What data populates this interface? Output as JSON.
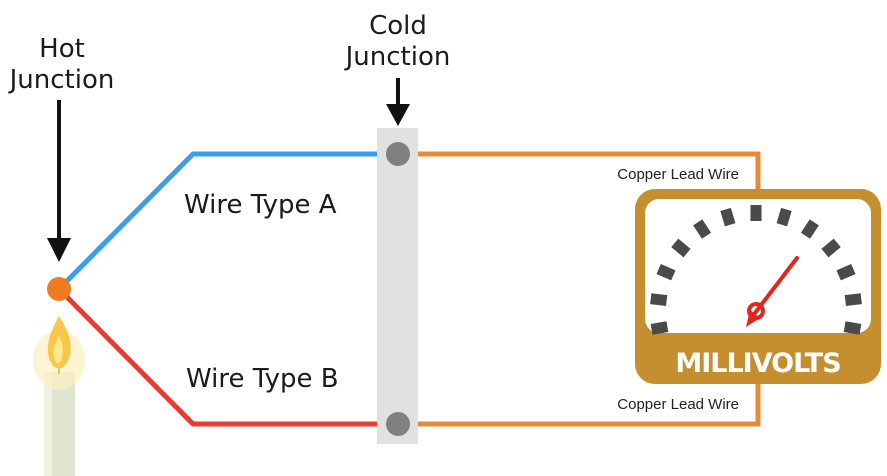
{
  "labels": {
    "hot_junction_line1": "Hot",
    "hot_junction_line2": "Junction",
    "cold_junction_line1": "Cold",
    "cold_junction_line2": "Junction",
    "wire_type_a": "Wire Type A",
    "wire_type_b": "Wire Type B",
    "copper_lead_top": "Copper Lead Wire",
    "copper_lead_bottom": "Copper Lead Wire",
    "meter_label": "MILLIVOLTS"
  },
  "colors": {
    "wire_a": "#3b9ded",
    "wire_b": "#ea3a32",
    "copper": "#e58a36",
    "hot_junction": "#f07b23",
    "block": "#e1e1e1",
    "terminal": "#808080",
    "meter_body": "#c58f2f",
    "meter_face": "#ffffff",
    "gauge_ticks": "#4a4a4a",
    "needle": "#e2261e",
    "candle_body": "#dfe5cf",
    "flame": "#f7c74a"
  },
  "icons": [
    "arrow-down-icon",
    "candle-icon",
    "flame-icon",
    "gauge-needle-icon"
  ]
}
